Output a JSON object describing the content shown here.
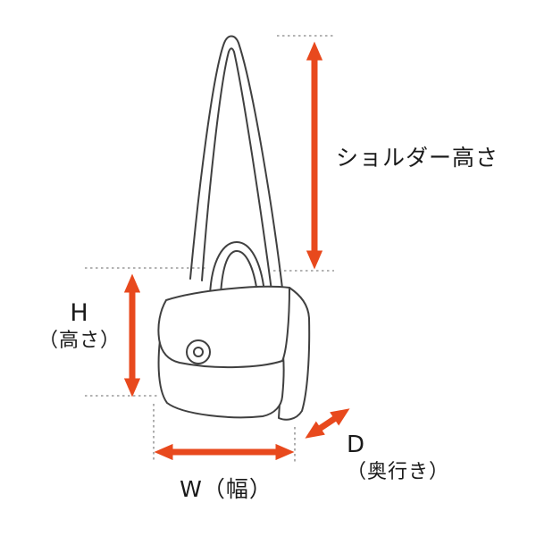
{
  "diagram": {
    "subject": "shoulder-bag dimension guide",
    "labels": {
      "shoulder_height": "ショルダー高さ",
      "height_symbol": "H",
      "height_name": "（高さ）",
      "width": "W（幅）",
      "depth_symbol": "D",
      "depth_name": "（奥行き）"
    },
    "colors": {
      "arrow": "#e8491d",
      "bag_outline": "#404040",
      "guide_line": "#9a9a9a",
      "text": "#1a1a1a",
      "background": "#ffffff"
    }
  }
}
